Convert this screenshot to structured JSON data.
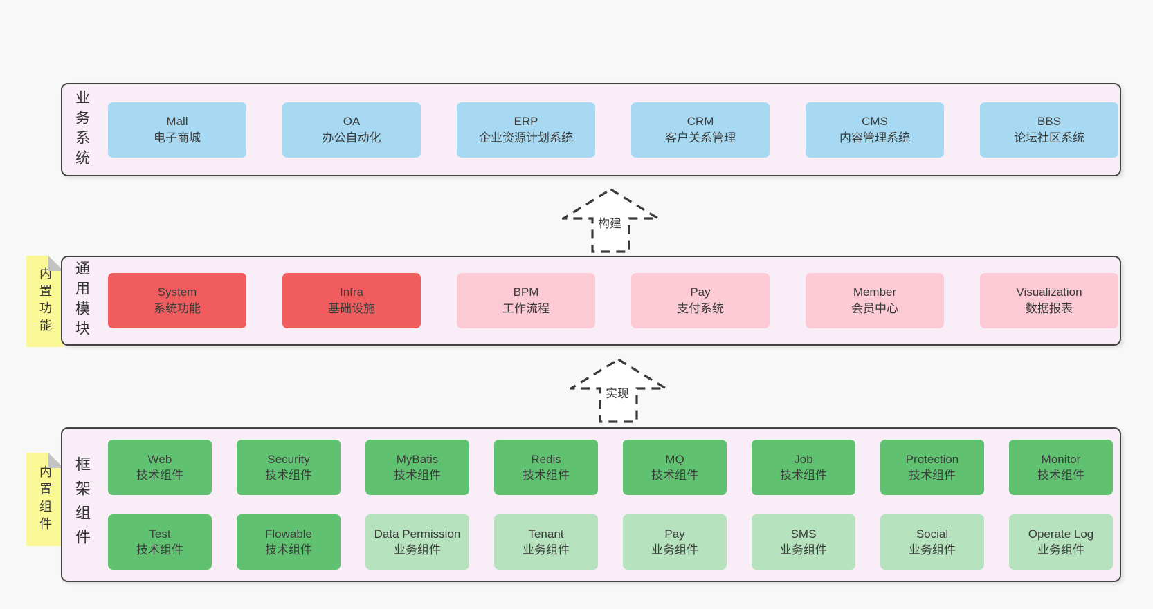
{
  "colors": {
    "band_bg": "#f9eef8",
    "border": "#434343",
    "blue": "#a7daf2",
    "red": "#f15d5f",
    "pink": "#fbcad4",
    "green": "#60c271",
    "lightgreen": "#b6e2bd",
    "note": "#fbf897"
  },
  "arrows": [
    {
      "label": "构建"
    },
    {
      "label": "实现"
    }
  ],
  "bands": [
    {
      "label": "业务系统",
      "rows": [
        [
          {
            "title": "Mall",
            "subtitle": "电子商城",
            "color": "blue"
          },
          {
            "title": "OA",
            "subtitle": "办公自动化",
            "color": "blue"
          },
          {
            "title": "ERP",
            "subtitle": "企业资源计划系统",
            "color": "blue"
          },
          {
            "title": "CRM",
            "subtitle": "客户关系管理",
            "color": "blue"
          },
          {
            "title": "CMS",
            "subtitle": "内容管理系统",
            "color": "blue"
          },
          {
            "title": "BBS",
            "subtitle": "论坛社区系统",
            "color": "blue"
          }
        ]
      ]
    },
    {
      "label": "通用模块",
      "note": "内置功能",
      "rows": [
        [
          {
            "title": "System",
            "subtitle": "系统功能",
            "color": "red"
          },
          {
            "title": "Infra",
            "subtitle": "基础设施",
            "color": "red"
          },
          {
            "title": "BPM",
            "subtitle": "工作流程",
            "color": "pink"
          },
          {
            "title": "Pay",
            "subtitle": "支付系统",
            "color": "pink"
          },
          {
            "title": "Member",
            "subtitle": "会员中心",
            "color": "pink"
          },
          {
            "title": "Visualization",
            "subtitle": "数据报表",
            "color": "pink"
          }
        ]
      ]
    },
    {
      "label": "框架组件",
      "note": "内置组件",
      "rows": [
        [
          {
            "title": "Web",
            "subtitle": "技术组件",
            "color": "green"
          },
          {
            "title": "Security",
            "subtitle": "技术组件",
            "color": "green"
          },
          {
            "title": "MyBatis",
            "subtitle": "技术组件",
            "color": "green"
          },
          {
            "title": "Redis",
            "subtitle": "技术组件",
            "color": "green"
          },
          {
            "title": "MQ",
            "subtitle": "技术组件",
            "color": "green"
          },
          {
            "title": "Job",
            "subtitle": "技术组件",
            "color": "green"
          },
          {
            "title": "Protection",
            "subtitle": "技术组件",
            "color": "green"
          },
          {
            "title": "Monitor",
            "subtitle": "技术组件",
            "color": "green"
          }
        ],
        [
          {
            "title": "Test",
            "subtitle": "技术组件",
            "color": "green"
          },
          {
            "title": "Flowable",
            "subtitle": "技术组件",
            "color": "green"
          },
          {
            "title": "Data Permission",
            "subtitle": "业务组件",
            "color": "lightgreen"
          },
          {
            "title": "Tenant",
            "subtitle": "业务组件",
            "color": "lightgreen"
          },
          {
            "title": "Pay",
            "subtitle": "业务组件",
            "color": "lightgreen"
          },
          {
            "title": "SMS",
            "subtitle": "业务组件",
            "color": "lightgreen"
          },
          {
            "title": "Social",
            "subtitle": "业务组件",
            "color": "lightgreen"
          },
          {
            "title": "Operate Log",
            "subtitle": "业务组件",
            "color": "lightgreen"
          }
        ]
      ]
    }
  ]
}
